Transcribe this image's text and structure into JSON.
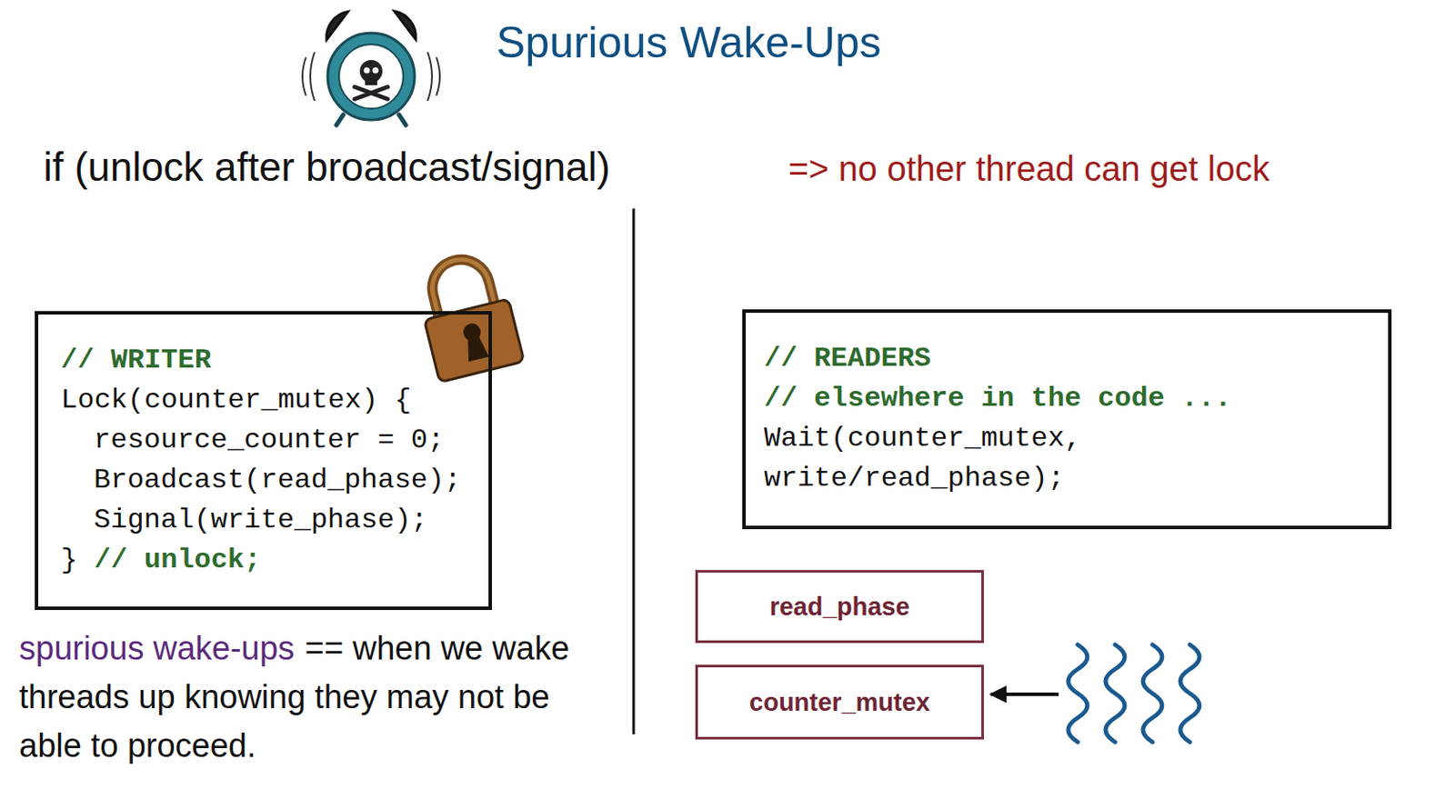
{
  "diagram": {
    "title": "Spurious Wake-Ups",
    "nodes": [
      {
        "text": [
          "// WRITER",
          "Lock(counter_mutex) {",
          "resource_counter = 0;",
          "Broadcast(read_phase);",
          "Signal(write_phase);",
          "}",
          "// unlock;"
        ]
      },
      {
        "text": [
          "// READERS",
          "// elsewhere in the code ...",
          "Wait(counter_mutex,",
          "write/read_phase);"
        ]
      },
      {
        "text": [
          "read_phase"
        ]
      },
      {
        "text": [
          "counter_mutex"
        ]
      }
    ],
    "labels": [
      "if (unlock after broadcast/signal)",
      "=> no other thread can get lock",
      "spurious wake-ups",
      "== when we wake threads up knowing they may not be able to proceed."
    ]
  }
}
